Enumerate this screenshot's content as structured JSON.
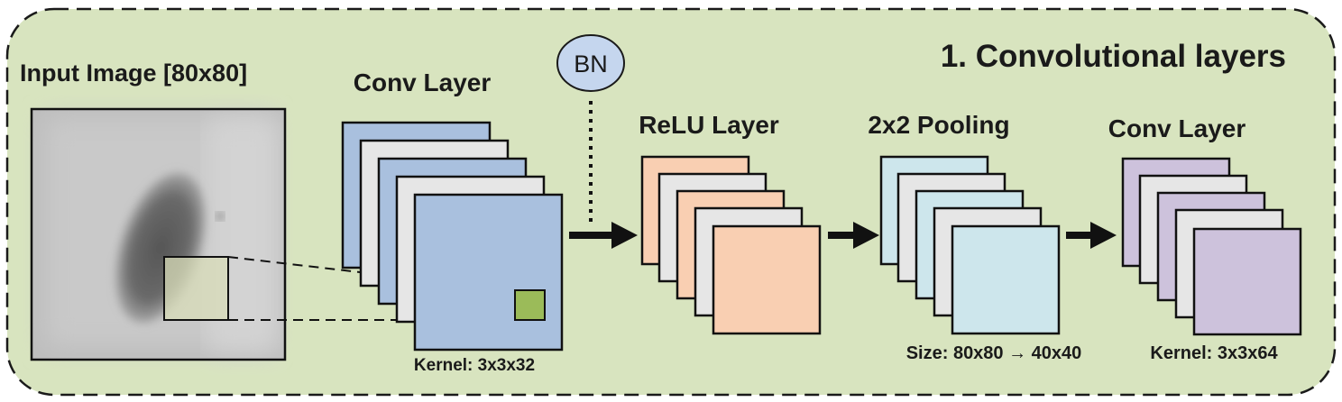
{
  "panel_title": "1. Convolutional layers",
  "input": {
    "label": "Input Image [80x80]"
  },
  "conv1": {
    "label": "Conv Layer",
    "kernel": "Kernel: 3x3x32"
  },
  "batch_norm": {
    "label": "BN"
  },
  "relu": {
    "label": "ReLU Layer"
  },
  "pooling": {
    "label": "2x2 Pooling",
    "size": "Size: 80x80 → 40x40"
  },
  "conv2": {
    "label": "Conv Layer",
    "kernel": "Kernel: 3x3x64"
  },
  "colors": {
    "panel_fill": "#d8e4bf",
    "conv1": "#a9c0de",
    "relu": "#f9cfb2",
    "pooling": "#cde6ec",
    "conv2": "#cdc2dc",
    "neutral": "#e6e6e6",
    "bn_fill": "#c5d6ee",
    "kernel_patch": "#9bbb59",
    "receptive_field": "#d8dcb8"
  }
}
